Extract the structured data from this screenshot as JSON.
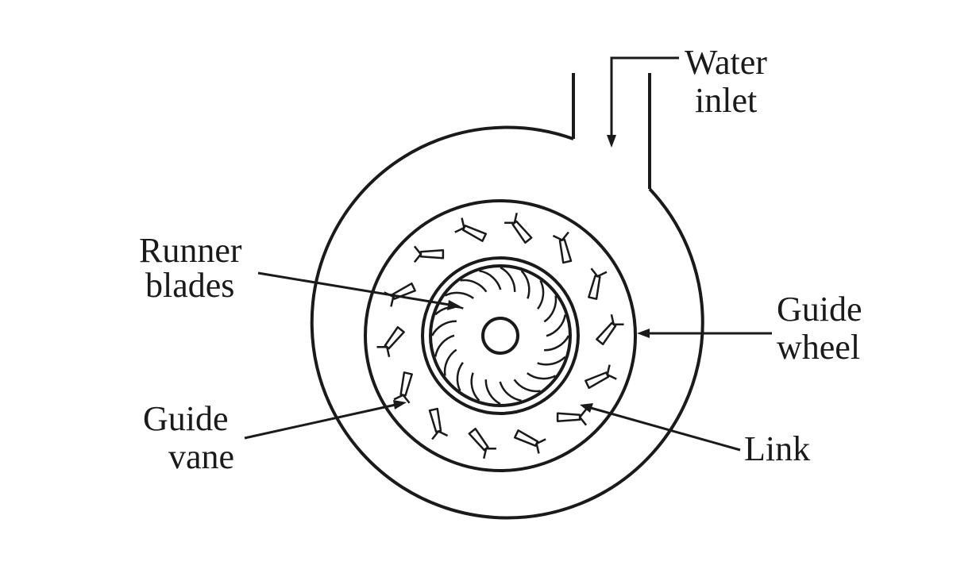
{
  "diagram": {
    "labels": {
      "water_inlet": [
        "Water",
        "inlet"
      ],
      "runner_blades": [
        "Runner",
        "blades"
      ],
      "guide_wheel": [
        "Guide",
        "wheel"
      ],
      "guide_vane": [
        "Guide",
        "vane"
      ],
      "link": "Link"
    },
    "counts": {
      "runner_blades": 20,
      "guide_vanes": 14
    },
    "colors": {
      "stroke": "#1a1a1a",
      "background": "#ffffff"
    }
  }
}
